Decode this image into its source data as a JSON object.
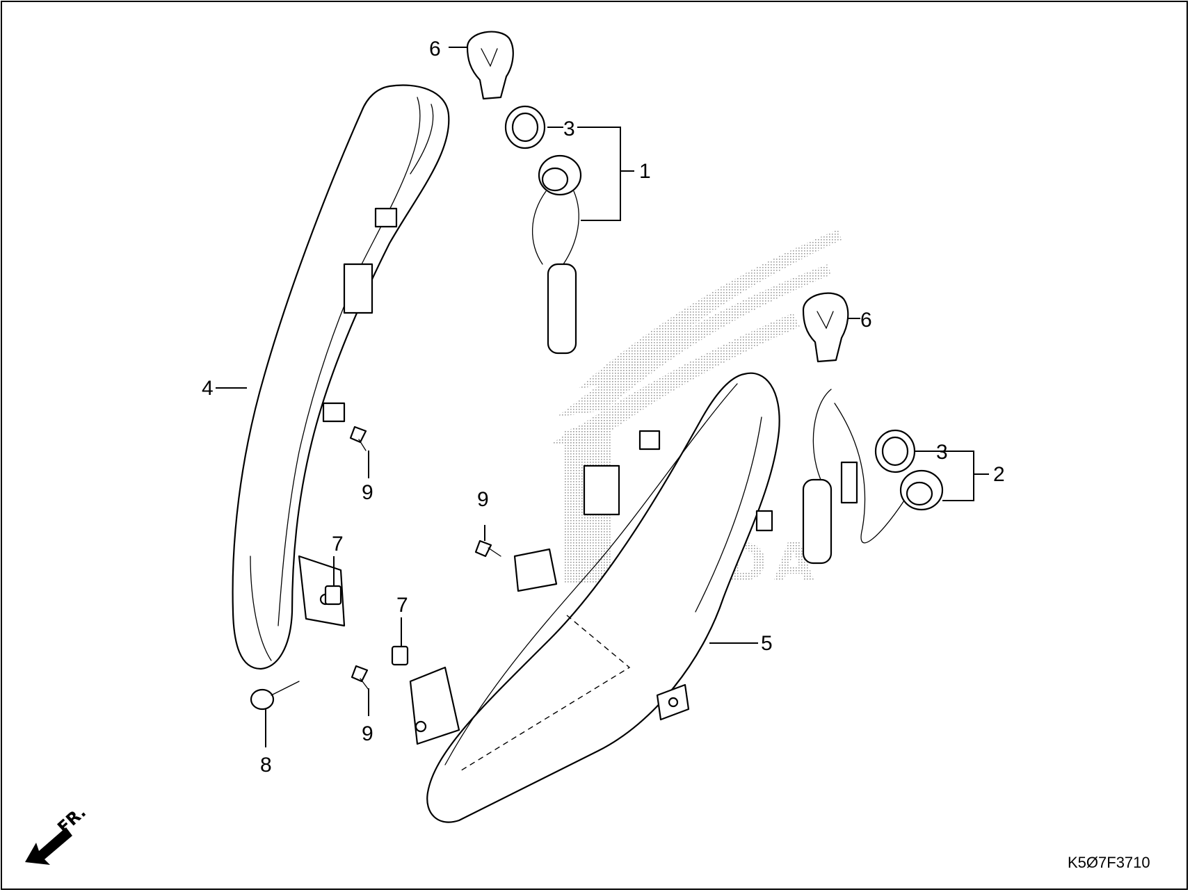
{
  "diagram": {
    "drawing_code": "K5Ø7F3710",
    "front_indicator": "FR.",
    "watermark": "HONDA",
    "callouts": [
      {
        "id": "1",
        "text": "1"
      },
      {
        "id": "2",
        "text": "2"
      },
      {
        "id": "3a",
        "text": "3"
      },
      {
        "id": "3b",
        "text": "3"
      },
      {
        "id": "4",
        "text": "4"
      },
      {
        "id": "5",
        "text": "5"
      },
      {
        "id": "6a",
        "text": "6"
      },
      {
        "id": "6b",
        "text": "6"
      },
      {
        "id": "7a",
        "text": "7"
      },
      {
        "id": "7b",
        "text": "7"
      },
      {
        "id": "8",
        "text": "8"
      },
      {
        "id": "9a",
        "text": "9"
      },
      {
        "id": "9b",
        "text": "9"
      },
      {
        "id": "9c",
        "text": "9"
      }
    ]
  }
}
